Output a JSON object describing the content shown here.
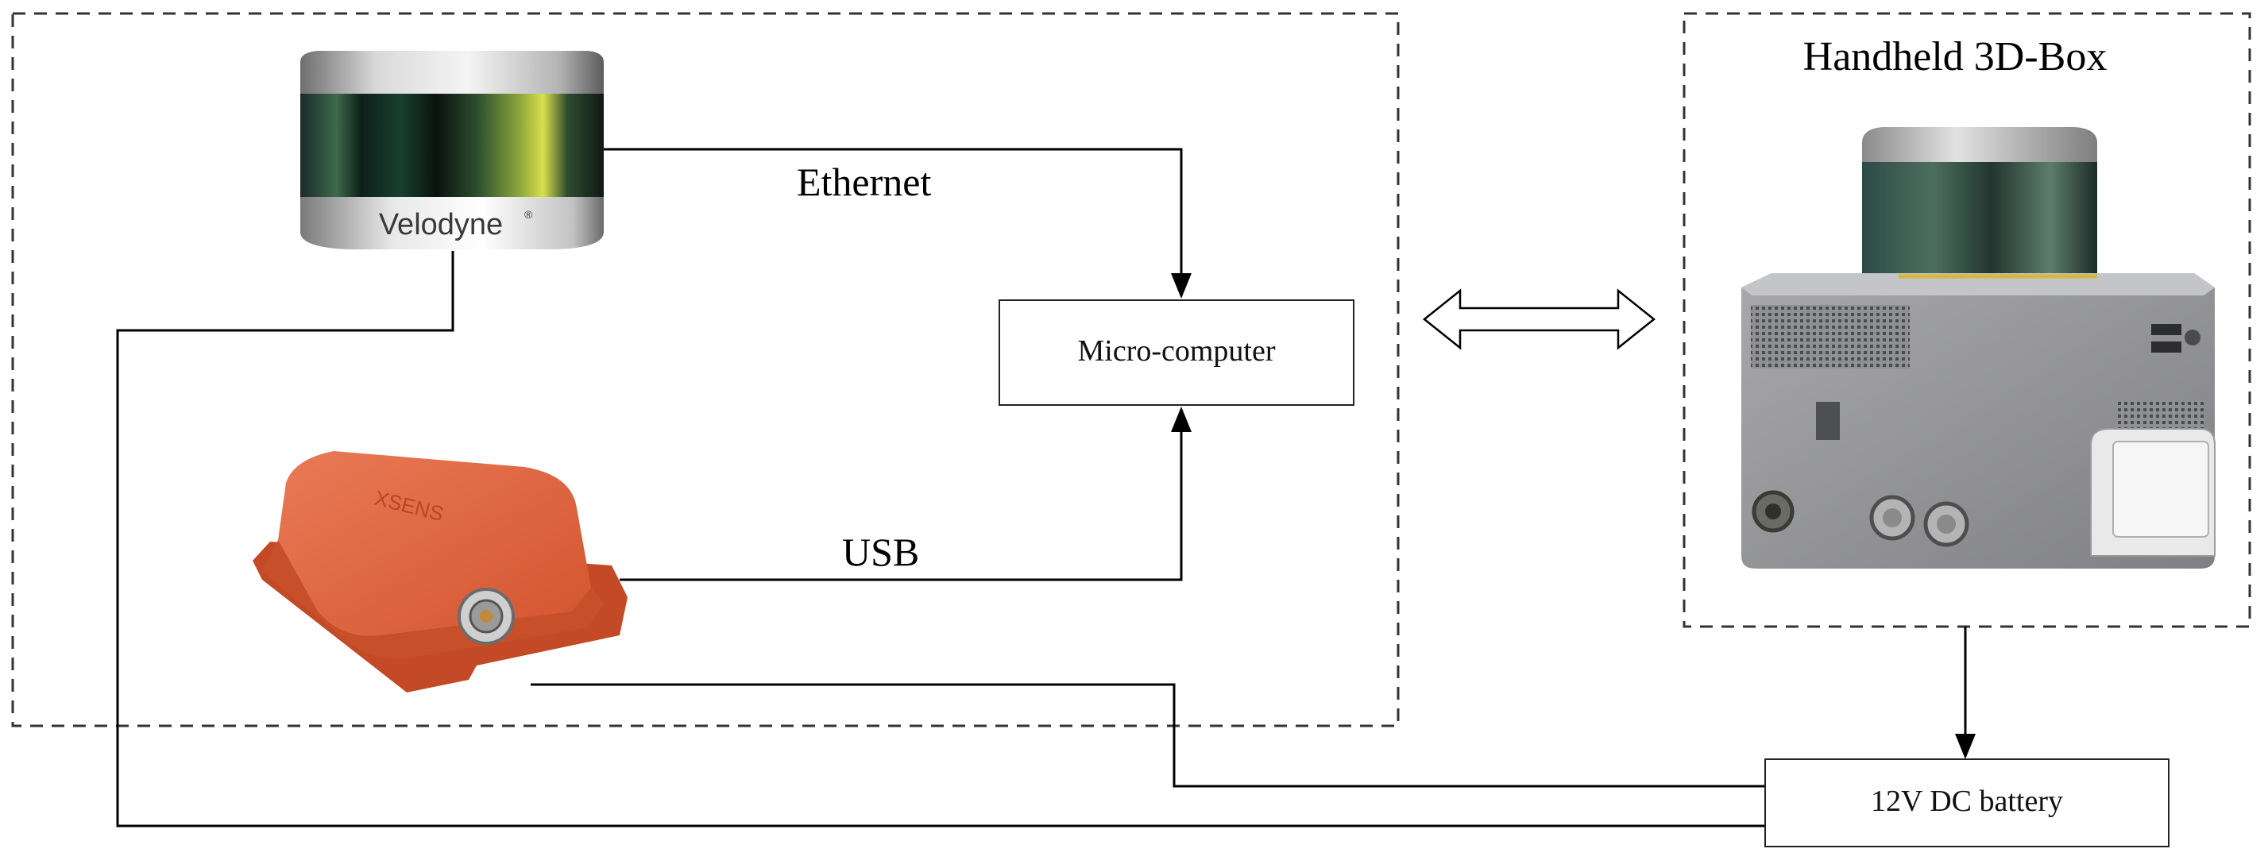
{
  "labels": {
    "ethernet": "Ethernet",
    "usb": "USB",
    "microcomputer": "Micro-computer",
    "battery": "12V DC battery",
    "handheld_title": "Handheld 3D-Box",
    "velodyne_brand": "Velodyne",
    "velodyne_trademark": "®",
    "xsens_brand": "XSENS"
  },
  "colors": {
    "imu_body": "#e0623e",
    "line": "#000000",
    "dashed_border": "#333333"
  },
  "icons": {
    "bidirectional_arrow": "double-headed-arrow"
  }
}
